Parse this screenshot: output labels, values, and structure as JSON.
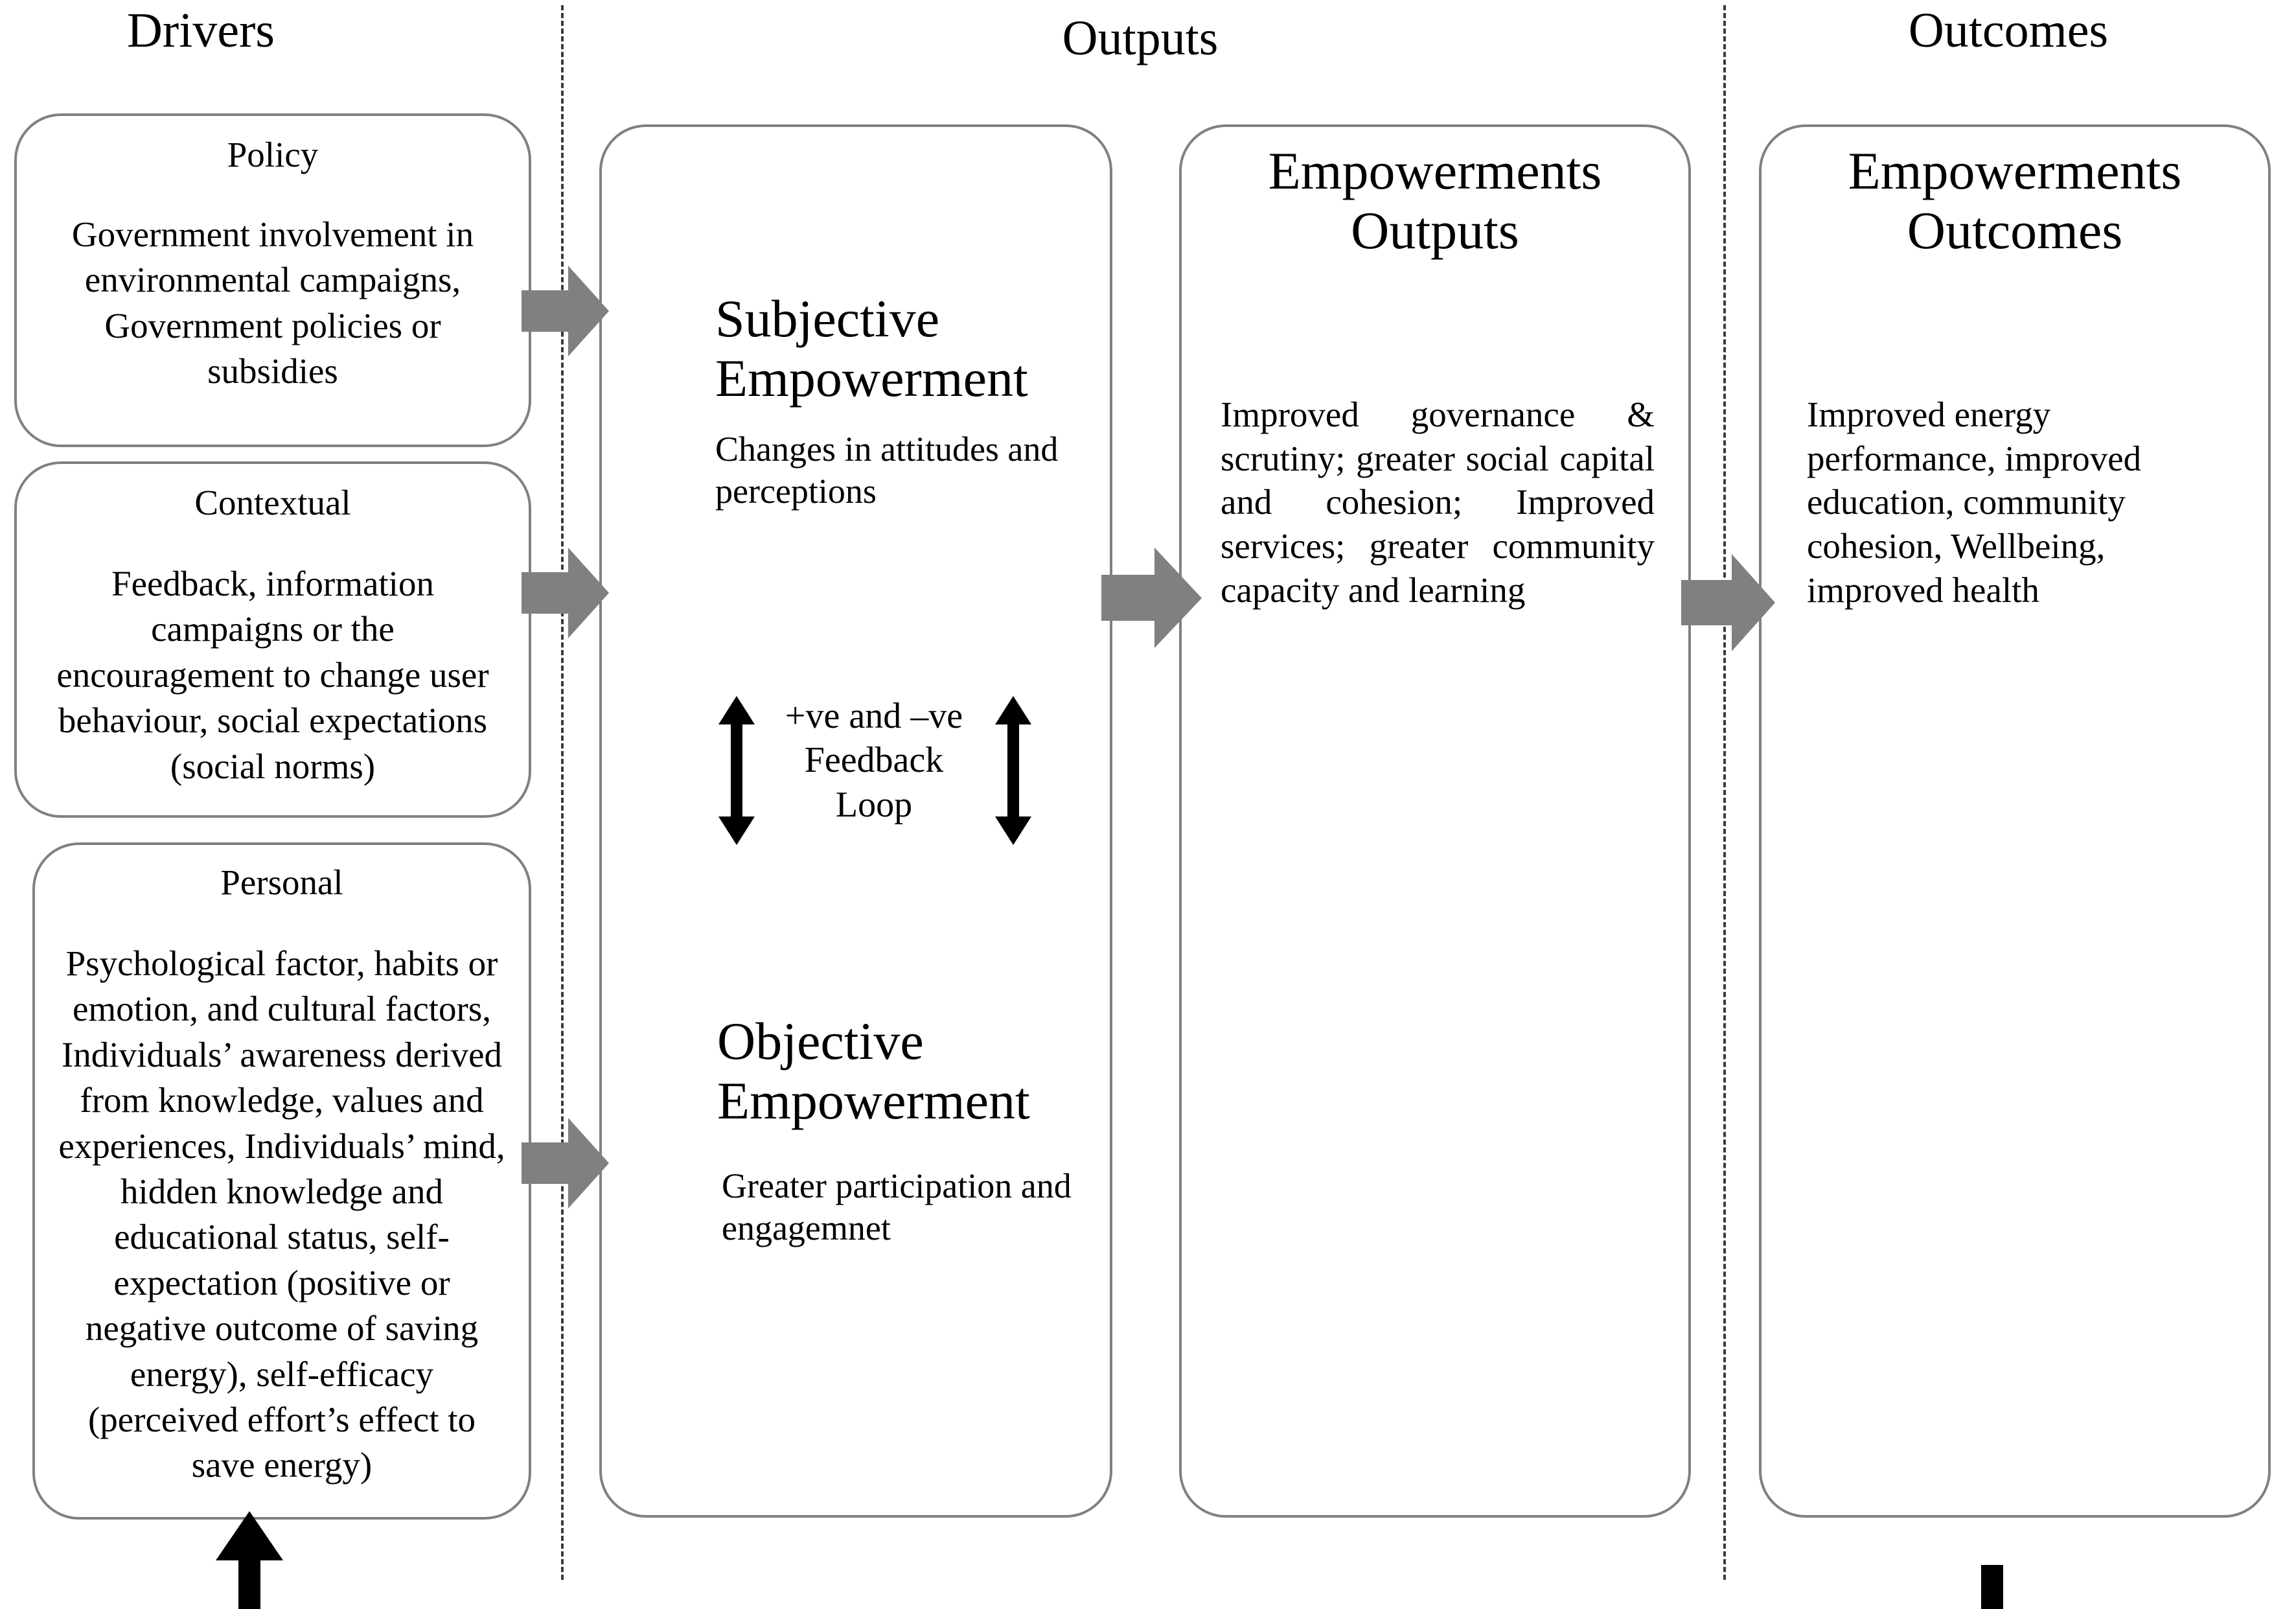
{
  "headings": {
    "drivers": "Drivers",
    "outputs": "Outputs",
    "outcomes": "Outcomes"
  },
  "drivers": [
    {
      "title": "Policy",
      "body": "Government involvement in environmental campaigns, Government policies or subsidies"
    },
    {
      "title": "Contextual",
      "body": "Feedback, information campaigns or the encouragement to change user behaviour, social expectations (social norms)"
    },
    {
      "title": "Personal",
      "body": "Psychological factor, habits or emotion, and cultural factors, Individuals’ awareness derived from knowledge, values and experiences, Individuals’ mind, hidden knowledge and educational status, self-expectation (positive or negative outcome of saving energy), self-efficacy (perceived effort’s effect to save energy)"
    }
  ],
  "outputs_column": {
    "subjective": {
      "title": "Subjective Empowerment",
      "body": "Changes in attitudes and perceptions"
    },
    "feedback_loop": {
      "label": "+ve and –ve Feedback Loop"
    },
    "objective": {
      "title": "Objective Empowerment",
      "body": "Greater participation and engagemnet"
    }
  },
  "empowerment_outputs": {
    "title": "Empowerments Outputs",
    "body": "Improved governance & scrutiny; greater social capital and cohesion; Improved services; greater community capacity and learning"
  },
  "empowerment_outcomes": {
    "title": "Empowerments Outcomes",
    "body": "Improved energy performance, improved education, community cohesion, Wellbeing, improved health"
  },
  "icons": {
    "flow_arrow": "right-block-arrow",
    "loop_arrow": "vertical-double-arrow",
    "feedback_arrow": "feedback-loop-arrow"
  },
  "colors": {
    "box_border": "#808080",
    "flow_arrow": "#808080",
    "divider": "#3a3a3a",
    "text": "#000000",
    "feedback_line": "#000000"
  }
}
